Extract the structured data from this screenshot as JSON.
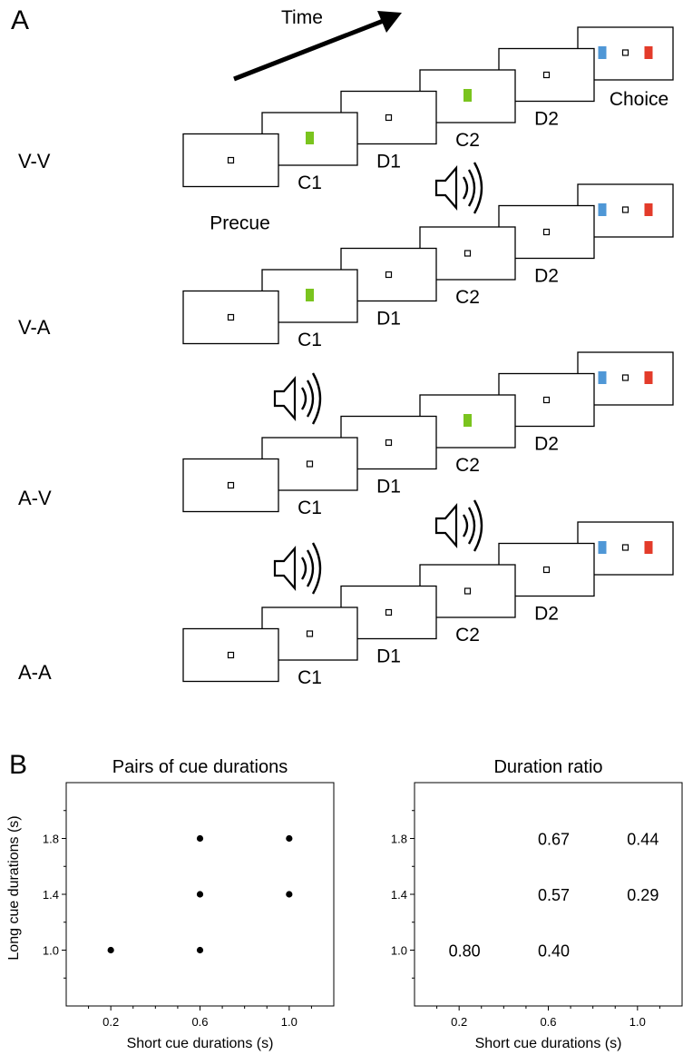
{
  "panel_a": {
    "letter": "A",
    "time_label": "Time",
    "precue_label": "Precue",
    "choice_label": "Choice",
    "conditions": [
      {
        "label": "V-V",
        "cue1": "visual",
        "cue2": "visual",
        "labels": [
          "C1",
          "D1",
          "C2",
          "D2"
        ]
      },
      {
        "label": "V-A",
        "cue1": "visual",
        "cue2": "auditory",
        "labels": [
          "C1",
          "D1",
          "C2",
          "D2"
        ]
      },
      {
        "label": "A-V",
        "cue1": "auditory",
        "cue2": "visual",
        "labels": [
          "C1",
          "D1",
          "C2",
          "D2"
        ]
      },
      {
        "label": "A-A",
        "cue1": "auditory",
        "cue2": "auditory",
        "labels": [
          "C1",
          "D1",
          "C2",
          "D2"
        ]
      }
    ],
    "colors": {
      "visual_cue": "#7ac41e",
      "choice_left": "#4f97d6",
      "choice_right": "#e33b2a"
    },
    "icons": [
      "speaker-icon",
      "time-arrow-icon"
    ]
  },
  "panel_b": {
    "letter": "B",
    "ylabel": "Long cue durations (s)"
  },
  "chart_data": [
    {
      "type": "scatter",
      "title": "Pairs of cue durations",
      "xlabel": "Short cue durations (s)",
      "ylabel": "Long cue durations (s)",
      "xlim": [
        0,
        1.2
      ],
      "ylim": [
        0.6,
        2.2
      ],
      "xticks": [
        0.2,
        0.6,
        1.0
      ],
      "yticks": [
        1.0,
        1.4,
        1.8
      ],
      "xtick_labels": [
        "0.2",
        "0.6",
        "1.0"
      ],
      "ytick_labels": [
        "1.0",
        "1.4",
        "1.8"
      ],
      "points": [
        {
          "x": 0.2,
          "y": 1.0
        },
        {
          "x": 0.6,
          "y": 1.0
        },
        {
          "x": 0.6,
          "y": 1.4
        },
        {
          "x": 0.6,
          "y": 1.8
        },
        {
          "x": 1.0,
          "y": 1.4
        },
        {
          "x": 1.0,
          "y": 1.8
        }
      ]
    },
    {
      "type": "table",
      "title": "Duration ratio",
      "xlabel": "Short cue durations (s)",
      "xlim": [
        0,
        1.2
      ],
      "ylim": [
        0.6,
        2.2
      ],
      "xticks": [
        0.2,
        0.6,
        1.0
      ],
      "yticks": [
        1.0,
        1.4,
        1.8
      ],
      "xtick_labels": [
        "0.2",
        "0.6",
        "1.0"
      ],
      "ytick_labels": [
        "1.0",
        "1.4",
        "1.8"
      ],
      "cells": [
        {
          "x": 0.2,
          "y": 1.0,
          "label": "0.80"
        },
        {
          "x": 0.6,
          "y": 1.0,
          "label": "0.40"
        },
        {
          "x": 0.6,
          "y": 1.4,
          "label": "0.57"
        },
        {
          "x": 0.6,
          "y": 1.8,
          "label": "0.67"
        },
        {
          "x": 1.0,
          "y": 1.4,
          "label": "0.29"
        },
        {
          "x": 1.0,
          "y": 1.8,
          "label": "0.44"
        }
      ]
    }
  ]
}
